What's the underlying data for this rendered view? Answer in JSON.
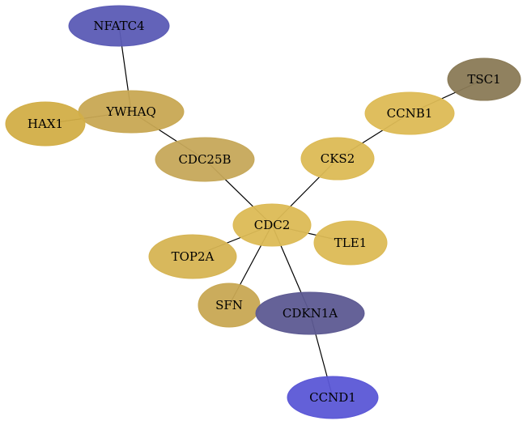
{
  "nodes": [
    {
      "id": "NFATC4",
      "label": "NFATC4",
      "color": "#5b5bb5"
    },
    {
      "id": "YWHAQ",
      "label": "YWHAQ",
      "color": "#c8a853"
    },
    {
      "id": "HAX1",
      "label": "HAX1",
      "color": "#d2ae47"
    },
    {
      "id": "CDC25B",
      "label": "CDC25B",
      "color": "#c6a85a"
    },
    {
      "id": "TSC1",
      "label": "TSC1",
      "color": "#8a7a56"
    },
    {
      "id": "CCNB1",
      "label": "CCNB1",
      "color": "#ddbb55"
    },
    {
      "id": "CKS2",
      "label": "CKS2",
      "color": "#dcba55"
    },
    {
      "id": "CDC2",
      "label": "CDC2",
      "color": "#dcba55"
    },
    {
      "id": "TLE1",
      "label": "TLE1",
      "color": "#dcba55"
    },
    {
      "id": "TOP2A",
      "label": "TOP2A",
      "color": "#d6b453"
    },
    {
      "id": "SFN",
      "label": "SFN",
      "color": "#c8a853"
    },
    {
      "id": "CDKN1A",
      "label": "CDKN1A",
      "color": "#5d5a92"
    },
    {
      "id": "CCND1",
      "label": "CCND1",
      "color": "#5b57d6"
    }
  ],
  "edges": [
    [
      "NFATC4",
      "YWHAQ"
    ],
    [
      "YWHAQ",
      "CDC25B"
    ],
    [
      "YWHAQ",
      "HAX1"
    ],
    [
      "CDC25B",
      "CDC2"
    ],
    [
      "TSC1",
      "CCNB1"
    ],
    [
      "CCNB1",
      "CKS2"
    ],
    [
      "CKS2",
      "CDC2"
    ],
    [
      "CDC2",
      "TLE1"
    ],
    [
      "CDC2",
      "TOP2A"
    ],
    [
      "CDC2",
      "SFN"
    ],
    [
      "CDC2",
      "CDKN1A"
    ],
    [
      "CDKN1A",
      "CCND1"
    ]
  ]
}
